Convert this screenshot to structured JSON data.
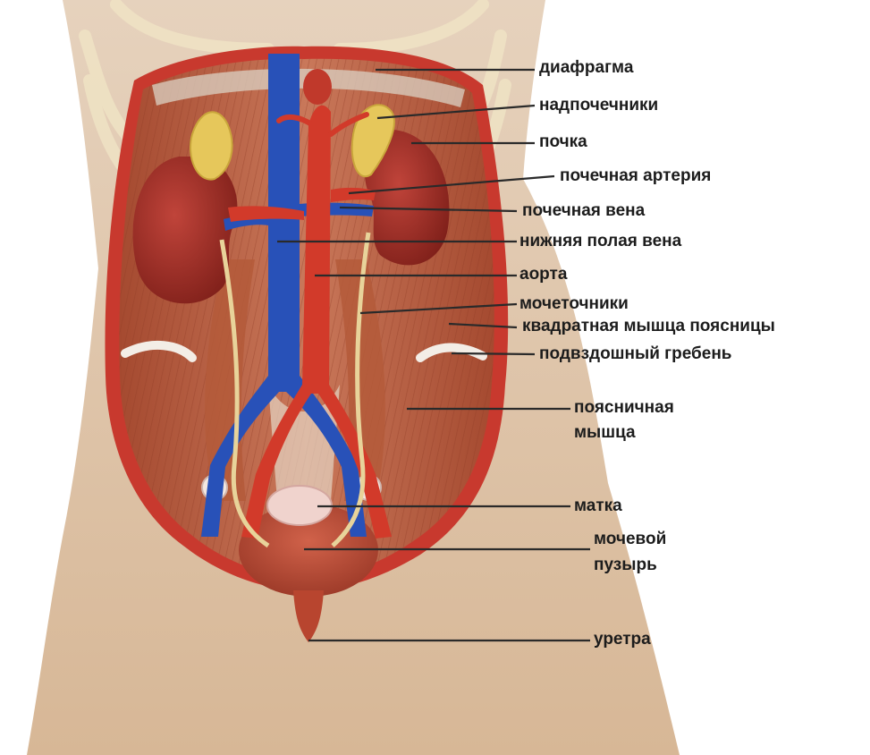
{
  "labels": {
    "diaphragm": "диафрагма",
    "adrenals": "надпочечники",
    "kidney": "почка",
    "renal_artery": "почечная артерия",
    "renal_vein": "почечная вена",
    "ivc": "нижняя полая вена",
    "aorta": "аорта",
    "ureters": "мочеточники",
    "quadratus": "квадратная мышца поясницы",
    "iliac_crest": "подвздошный гребень",
    "psoas_1": "поясничная",
    "psoas_2": "мышца",
    "uterus": "матка",
    "bladder_1": "мочевой",
    "bladder_2": "пузырь",
    "urethra": "уретра"
  },
  "colors": {
    "skin": "#dcc0a3",
    "cavity_rim": "#c8392e",
    "muscle": "#b9603f",
    "kidney": "#9c2a22",
    "adrenal": "#e6c75b",
    "aorta": "#d23a2a",
    "vein": "#2851b8",
    "ureter": "#e8d39a",
    "bladder": "#b8452f",
    "uterus": "#f0d3cd",
    "leader_line": "#2a2a2a"
  }
}
